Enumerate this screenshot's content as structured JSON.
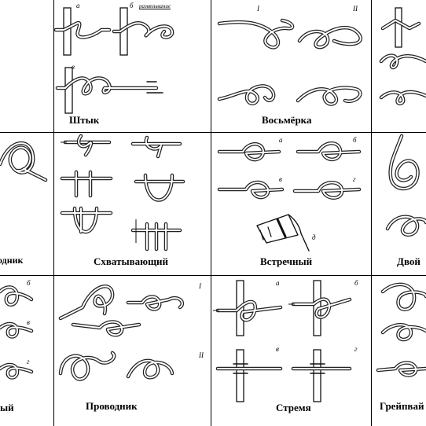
{
  "knots": {
    "shtyk": {
      "caption": "Штык",
      "subs": [
        "а",
        "б",
        "в"
      ],
      "note": "развязывание",
      "roman": []
    },
    "vosmyorka": {
      "caption": "Восьмёрка",
      "subs": [],
      "roman": [
        "I",
        "II"
      ]
    },
    "provodnik_l": {
      "caption": "одник",
      "subs": []
    },
    "skhvat": {
      "caption": "Схватывающий",
      "subs": []
    },
    "vstrech": {
      "caption": "Встречный",
      "subs": [
        "а",
        "б",
        "в",
        "г",
        "д"
      ]
    },
    "dvoy": {
      "caption": "Двой",
      "subs": []
    },
    "bl": {
      "caption": "ый",
      "subs": [
        "б",
        "в",
        "г"
      ]
    },
    "provodnik": {
      "caption": "Проводник",
      "subs": [],
      "roman": [
        "I",
        "II"
      ]
    },
    "stremya": {
      "caption": "Стремя",
      "subs": [
        "а",
        "б",
        "в",
        "г"
      ]
    },
    "greypvay": {
      "caption": "Грейпвай",
      "subs": []
    }
  }
}
